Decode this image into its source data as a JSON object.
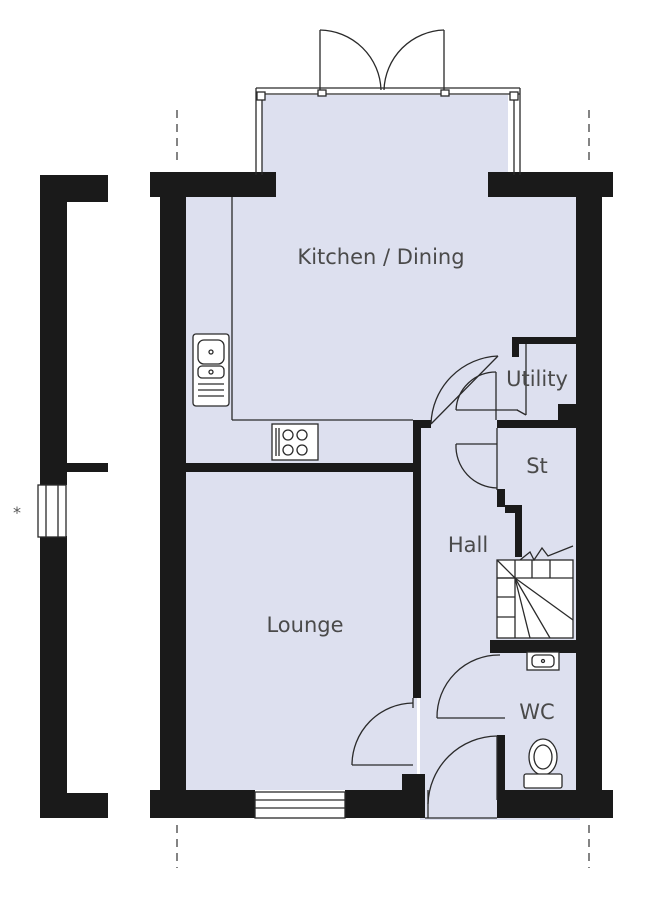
{
  "plan": {
    "rooms": {
      "kitchen_dining": "Kitchen / Dining",
      "utility": "Utility",
      "store": "St",
      "hall": "Hall",
      "lounge": "Lounge",
      "wc": "WC"
    },
    "note_marker": "*"
  },
  "colors": {
    "wall": "#1a1a1a",
    "floor": "#dde0ef",
    "label": "#4a4a4a"
  }
}
